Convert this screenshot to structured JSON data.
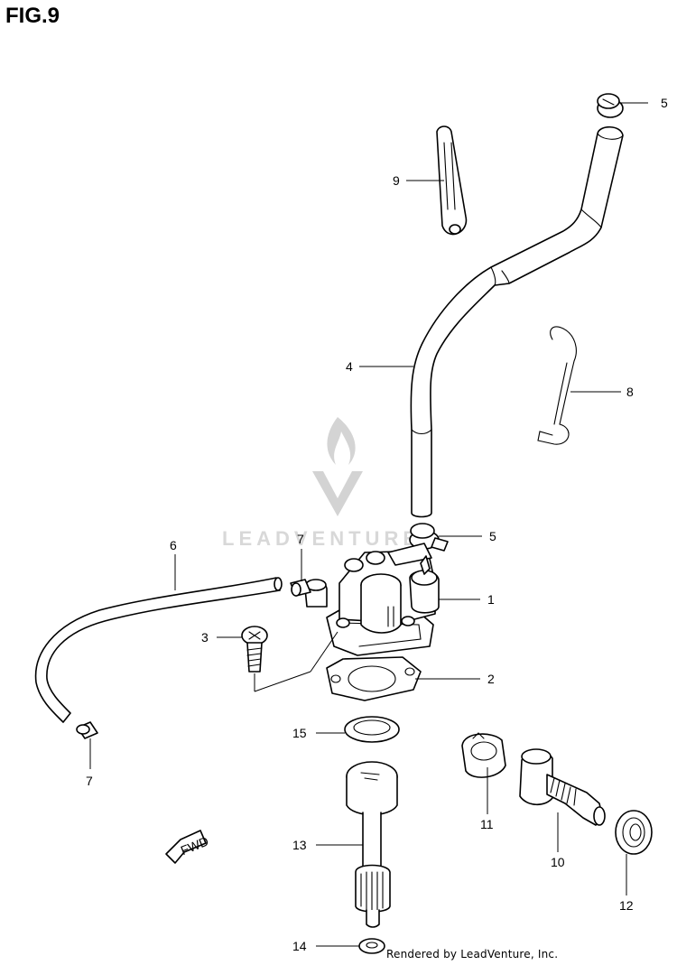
{
  "figure_title": "FIG.9",
  "footer_text": "Rendered by LeadVenture, Inc.",
  "watermark_text": "LEADVENTURE",
  "callouts": [
    "1",
    "2",
    "3",
    "4",
    "5",
    "5",
    "6",
    "7",
    "7",
    "8",
    "9",
    "10",
    "11",
    "12",
    "13",
    "14",
    "15"
  ],
  "fwd_label": "FWD"
}
